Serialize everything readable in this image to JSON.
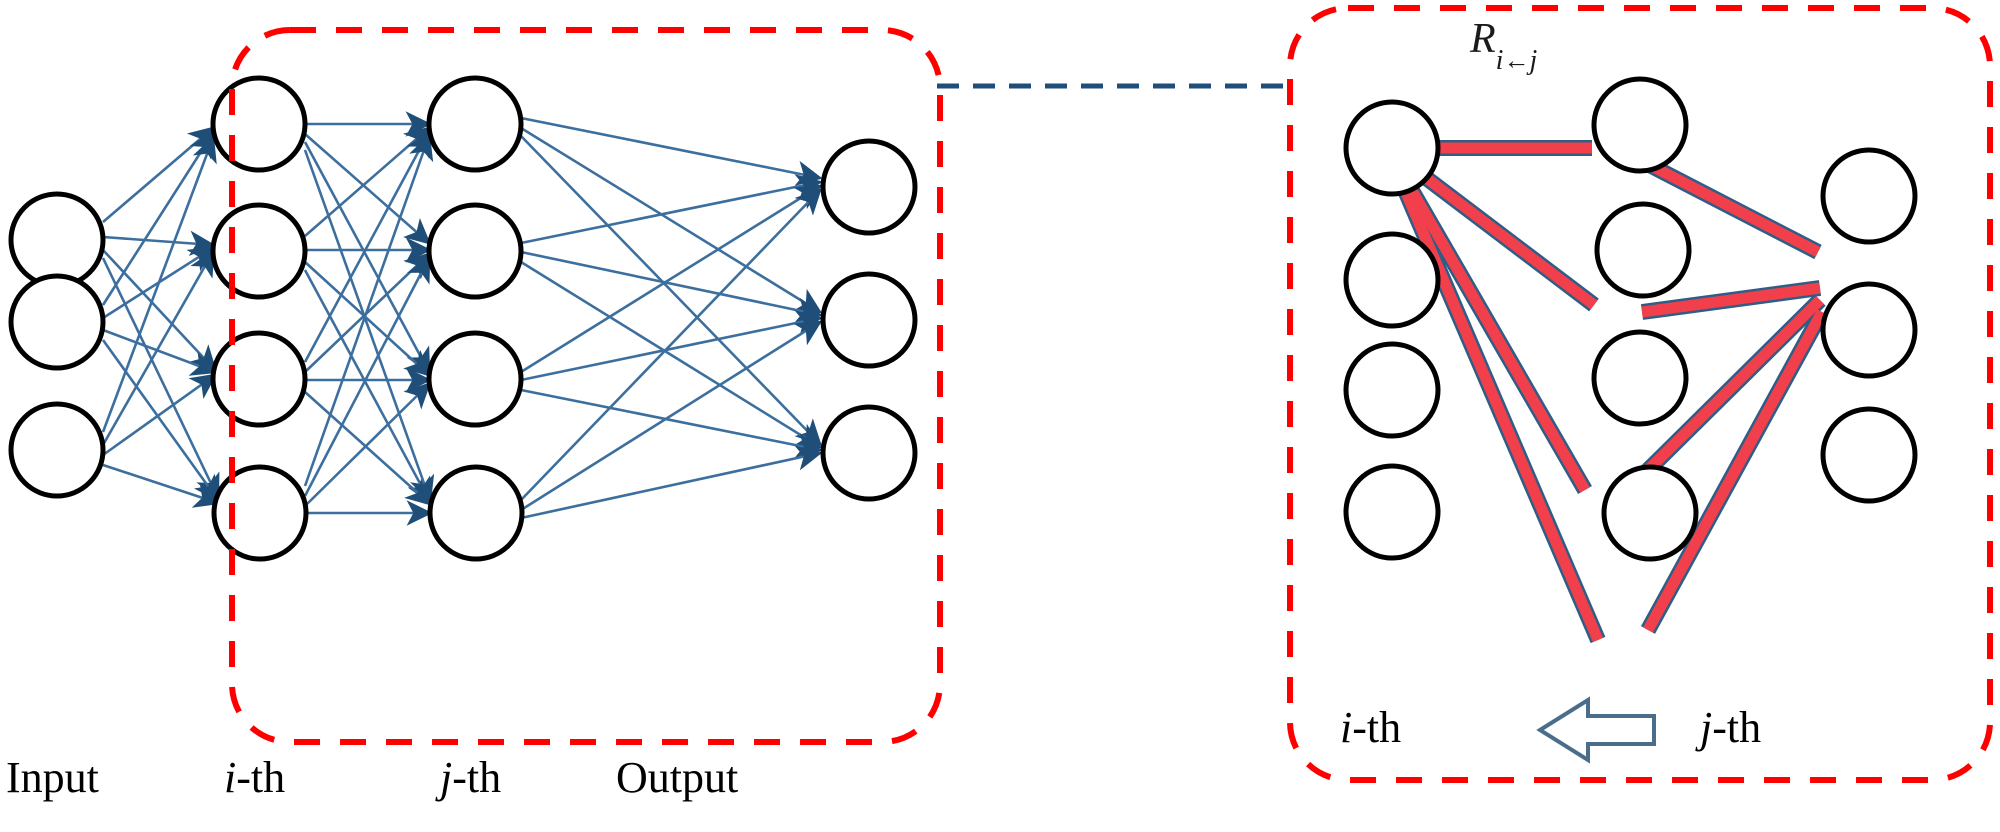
{
  "figure": {
    "title": "Neural network layer-wise relevance propagation diagram",
    "background": "#ffffff"
  },
  "colors": {
    "node_stroke": "#000000",
    "node_fill": "#ffffff",
    "edge": "#3d6f9e",
    "edge_dark": "#2e5d86",
    "arrowhead": "#1f4e79",
    "highlight_red": "#f1404b",
    "dashed_red": "#ff0000",
    "dashed_blue": "#1f4e79",
    "text": "#000000",
    "block_arrow_stroke": "#4a6d8c"
  },
  "left_panel": {
    "name": "feedforward-network",
    "dashed_border_color": "#ff0000",
    "layers": [
      {
        "id": "input",
        "label": "Input",
        "label_italic_prefix": "",
        "nodes": 3
      },
      {
        "id": "i-th",
        "label": "-th",
        "label_italic_prefix": "i",
        "nodes": 4
      },
      {
        "id": "j-th",
        "label": "-th",
        "label_italic_prefix": "j",
        "nodes": 4
      },
      {
        "id": "output",
        "label": "Output",
        "label_italic_prefix": "",
        "nodes": 3
      }
    ]
  },
  "right_panel": {
    "name": "relevance-propagation-detail",
    "dashed_border_color": "#ff0000",
    "relevance_label": {
      "base": "R",
      "subscript_from": "j",
      "subscript_to": "i",
      "subscript_arrow": "←",
      "full": "R i←j"
    },
    "bottom_labels": {
      "left_italic": "i",
      "left_rest": "-th",
      "right_italic": "j",
      "right_rest": "-th",
      "arrow_direction": "left"
    },
    "column_left_nodes": 4,
    "column_mid_nodes": 4,
    "column_right_nodes": 3,
    "highlighted_edges": 9
  },
  "connector": {
    "name": "panel-connector",
    "style": "dashed",
    "color": "#1f4e79"
  },
  "chart_data": {
    "type": "diagram",
    "title": "Layer-wise relevance propagation in a feedforward neural network",
    "left_graph": {
      "layer_ids": [
        "input",
        "i-th",
        "j-th",
        "output"
      ],
      "layer_sizes": [
        3,
        4,
        4,
        3
      ],
      "edges": "fully-connected between consecutive layers",
      "edge_direction": "left-to-right (arrowheads at target)",
      "highlighted_region": "i-th and j-th hidden layers (red dashed rounded rectangle)"
    },
    "right_graph": {
      "columns": 3,
      "column_sizes": [
        4,
        4,
        3
      ],
      "relevance_flow": "from j-th to i-th (R_{i<-j})",
      "highlighted_edges": [
        {
          "from": "col1-n1",
          "to": "col2-n1"
        },
        {
          "from": "col1-n1",
          "to": "col2-n2"
        },
        {
          "from": "col1-n1",
          "to": "col2-n3"
        },
        {
          "from": "col1-n1",
          "to": "col2-n4"
        },
        {
          "from": "col2-n1",
          "to": "col3-n1"
        },
        {
          "from": "col2-n2",
          "to": "col3-n1"
        },
        {
          "from": "col2-n3",
          "to": "col3-n1"
        },
        {
          "from": "col2-n4",
          "to": "col3-n1"
        },
        {
          "from": "col3-n1",
          "to": "col2-n4"
        }
      ],
      "highlight_color": "#f1404b"
    }
  }
}
